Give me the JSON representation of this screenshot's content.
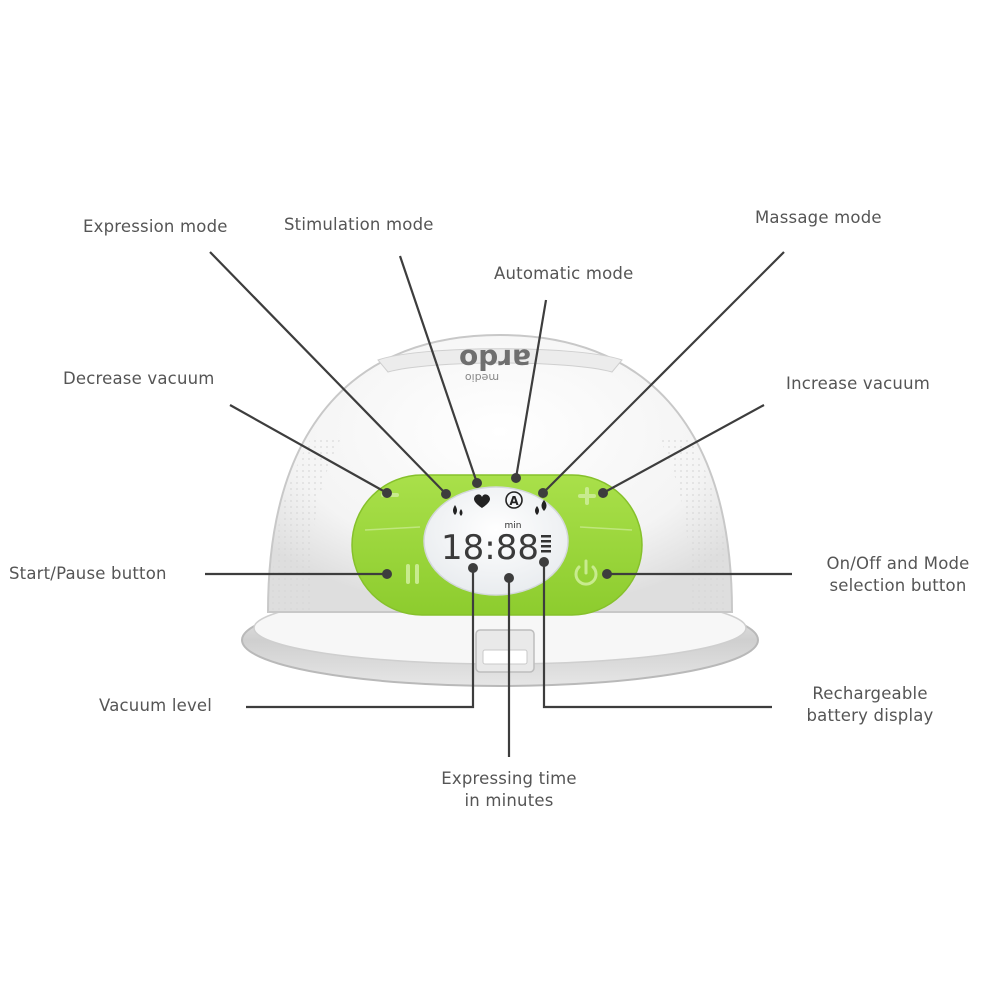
{
  "brand": {
    "name": "ardo",
    "sub": "medio"
  },
  "display": {
    "minutes_unit": "min",
    "digits": "18:88"
  },
  "callouts": {
    "expression_mode": "Expression mode",
    "stimulation_mode": "Stimulation mode",
    "automatic_mode": "Automatic mode",
    "massage_mode": "Massage mode",
    "decrease_vacuum": "Decrease vacuum",
    "increase_vacuum": "Increase vacuum",
    "start_pause": "Start/Pause button",
    "onoff_line1": "On/Off and Mode",
    "onoff_line2": "selection button",
    "vacuum_level": "Vacuum level",
    "battery_line1": "Rechargeable",
    "battery_line2": "battery display",
    "time_line1": "Expressing time",
    "time_line2": "in minutes"
  },
  "icons": {
    "expression": "drops-icon",
    "stimulation": "heart-icon",
    "automatic": "automatic-a-icon",
    "massage": "swirl-drops-icon",
    "decrease": "minus-icon",
    "increase": "plus-icon",
    "pause": "pause-icon",
    "power": "power-icon",
    "battery": "battery-bars-icon"
  },
  "colors": {
    "panel_green": "#9bd83a",
    "label_text": "#555555",
    "leader_line": "#3d3d3d"
  }
}
